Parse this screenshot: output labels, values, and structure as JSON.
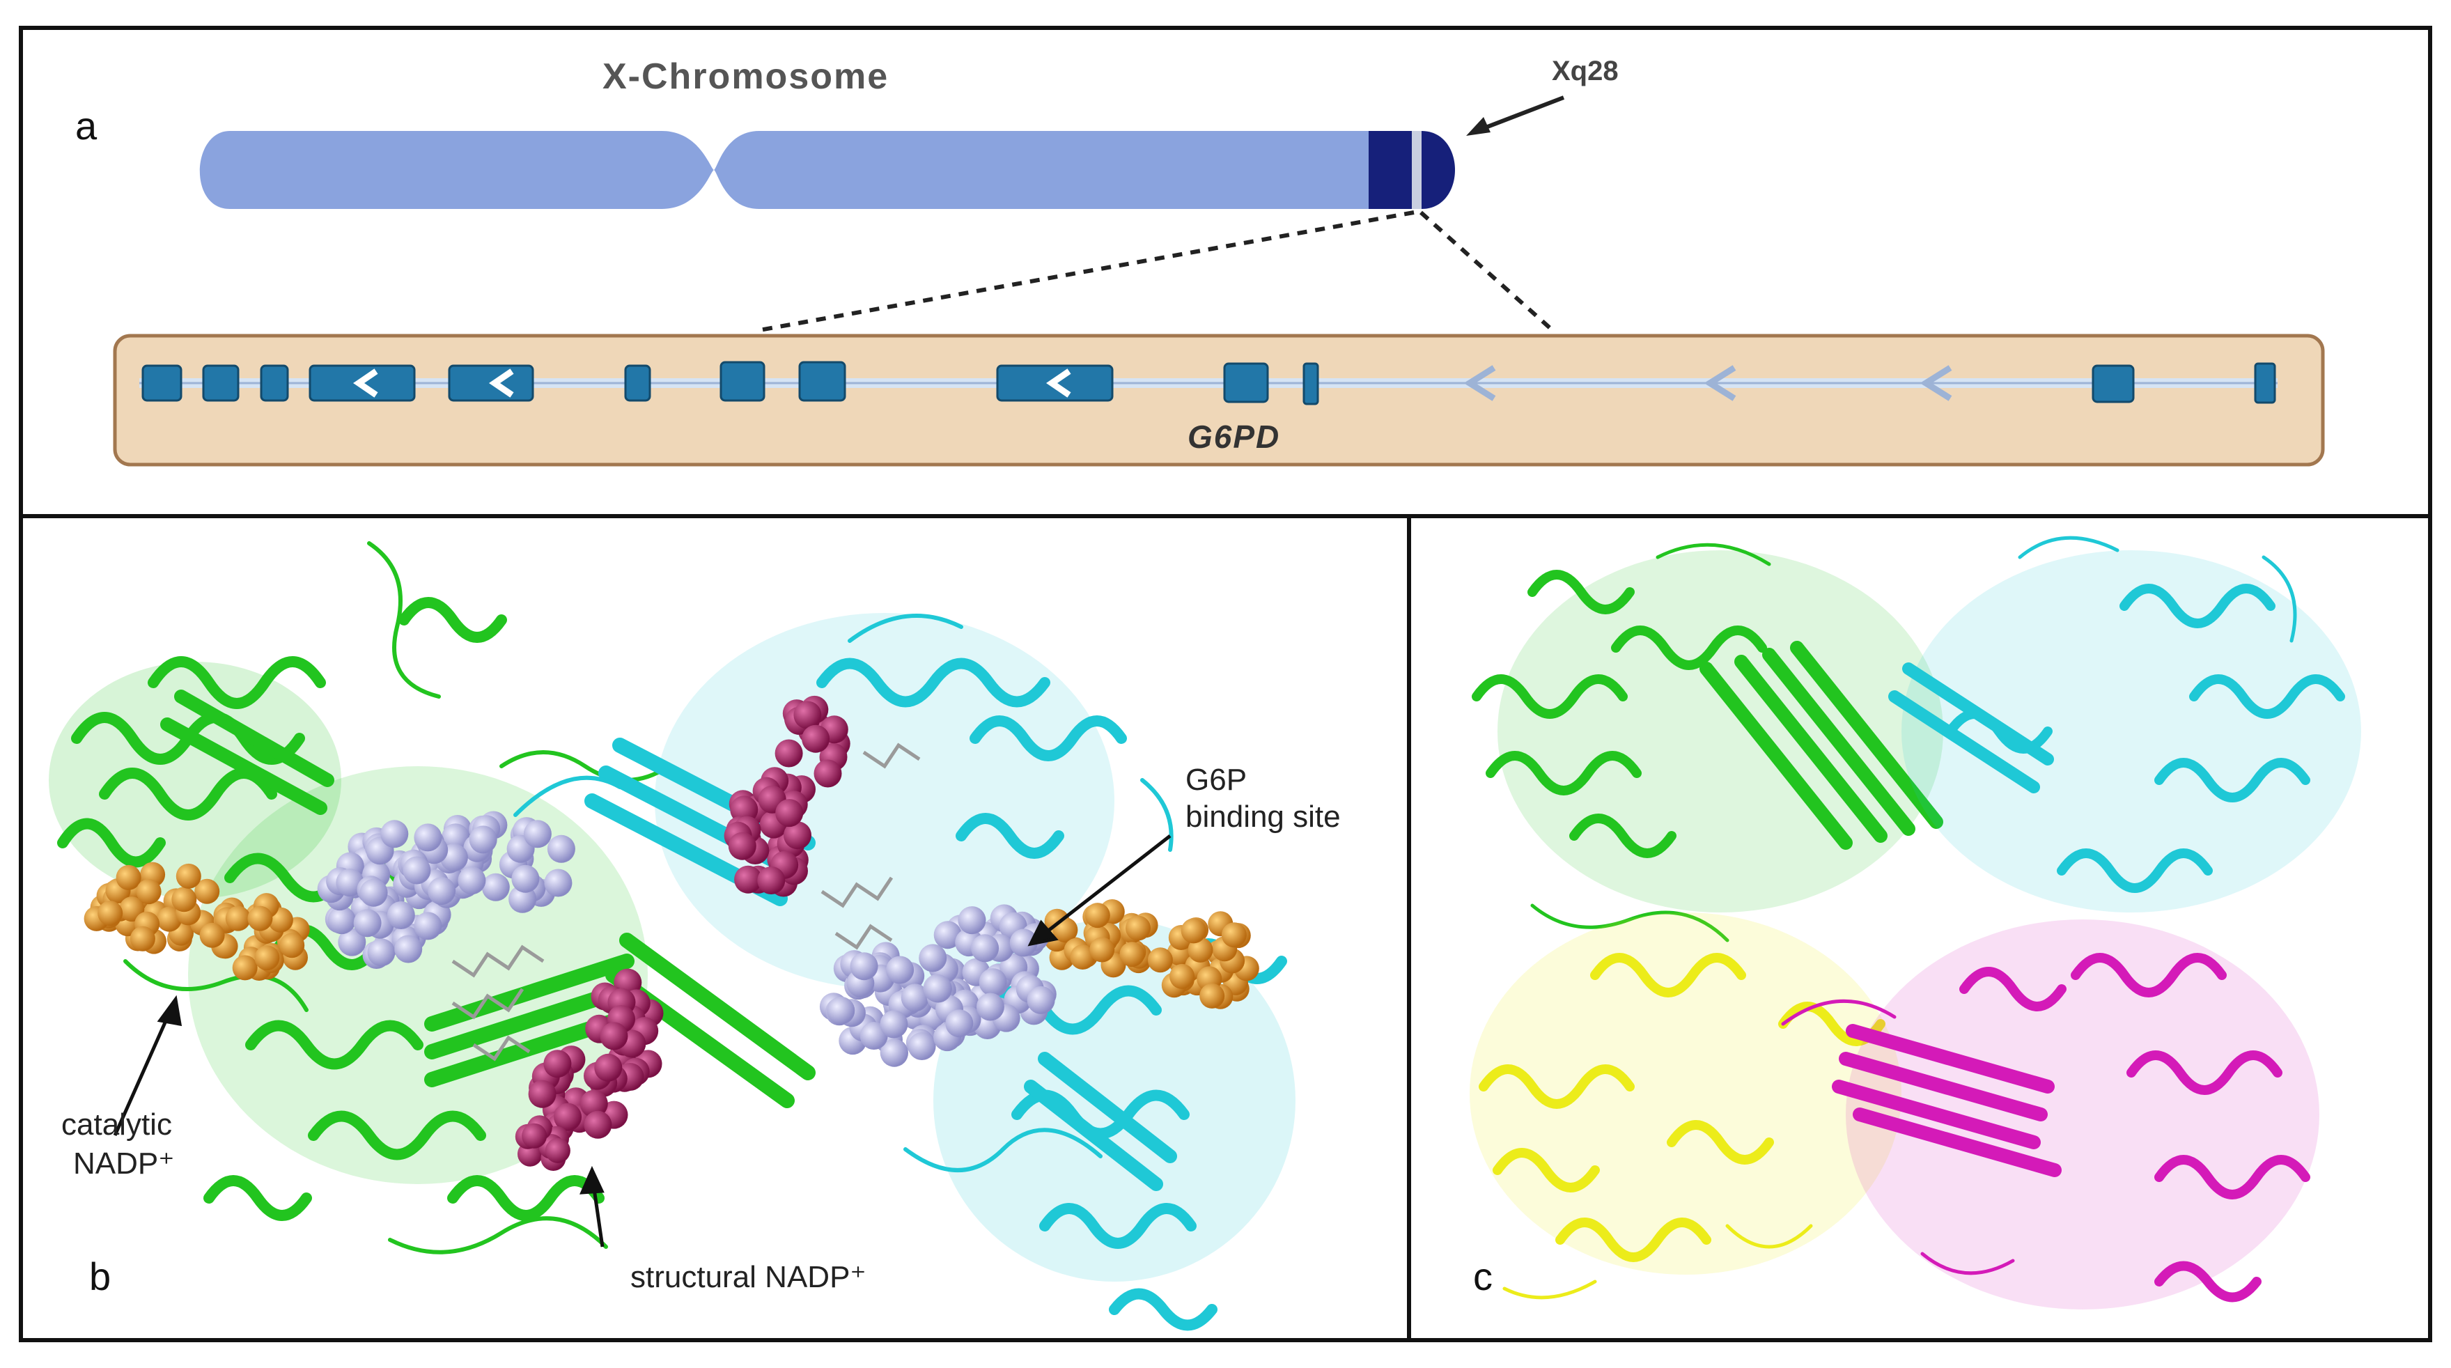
{
  "figure": {
    "panel_a": {
      "letter": "a",
      "chromosome_title": "X-Chromosome",
      "band_label": "Xq28",
      "gene_label": "G6PD"
    },
    "panel_b": {
      "letter": "b",
      "label_catalytic_line1": "catalytic",
      "label_catalytic_line2": "NADP⁺",
      "label_structural": "structural NADP⁺",
      "label_g6p_line1": "G6P",
      "label_g6p_line2": "binding site"
    },
    "panel_c": {
      "letter": "c"
    },
    "colors": {
      "chromosome": "#8aa3de",
      "band_dark": "#16207a",
      "gene_box_fill": "#efd7b8",
      "gene_box_stroke": "#a2774f",
      "exon": "#2277a8",
      "chain_green": "#22c41f",
      "chain_cyan": "#1fc8d6",
      "chain_yellow": "#ecec1a",
      "chain_magenta": "#d41ab8",
      "ligand_orange": "#e8982a",
      "ligand_lavender": "#b8b8e8",
      "ligand_crimson": "#b0306e"
    }
  }
}
